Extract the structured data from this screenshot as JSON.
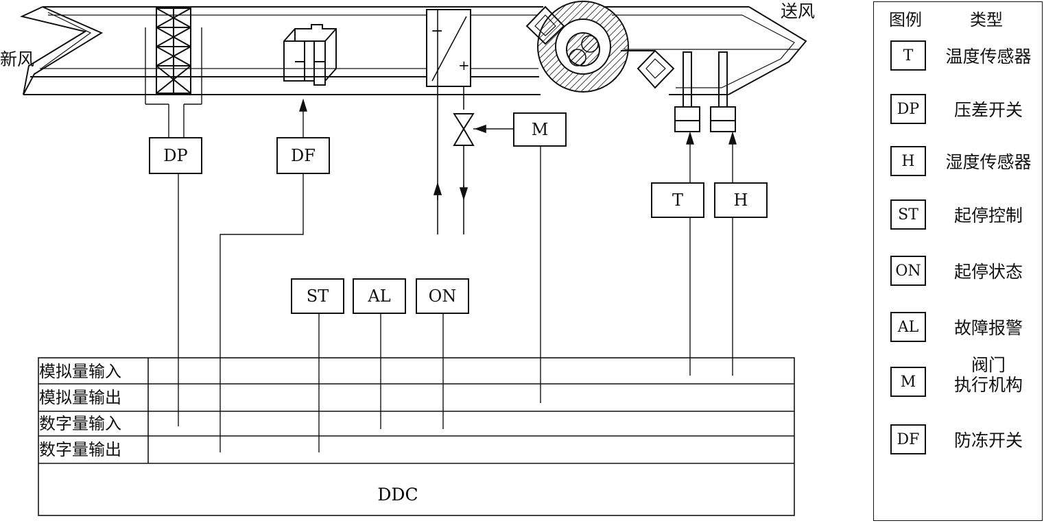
{
  "labels": {
    "fresh_air": "新风",
    "supply_air": "送风"
  },
  "field_boxes": {
    "dp": "DP",
    "df": "DF",
    "m": "M",
    "t": "T",
    "h": "H",
    "st": "ST",
    "al": "AL",
    "on": "ON"
  },
  "coil_symbols": {
    "minus": "−",
    "plus": "+"
  },
  "ddc": {
    "rows": [
      "模拟量输入",
      "模拟量输出",
      "数字量输入",
      "数字量输出"
    ],
    "title": "DDC"
  },
  "legend": {
    "header_symbol": "图例",
    "header_type": "类型",
    "items": [
      {
        "code": "T",
        "text": "温度传感器"
      },
      {
        "code": "DP",
        "text": "压差开关"
      },
      {
        "code": "H",
        "text": "湿度传感器"
      },
      {
        "code": "ST",
        "text": "起停控制"
      },
      {
        "code": "ON",
        "text": "起停状态"
      },
      {
        "code": "AL",
        "text": "故障报警"
      },
      {
        "code": "M",
        "text": "阀门\n执行机构"
      },
      {
        "code": "DF",
        "text": "防冻开关"
      }
    ]
  }
}
